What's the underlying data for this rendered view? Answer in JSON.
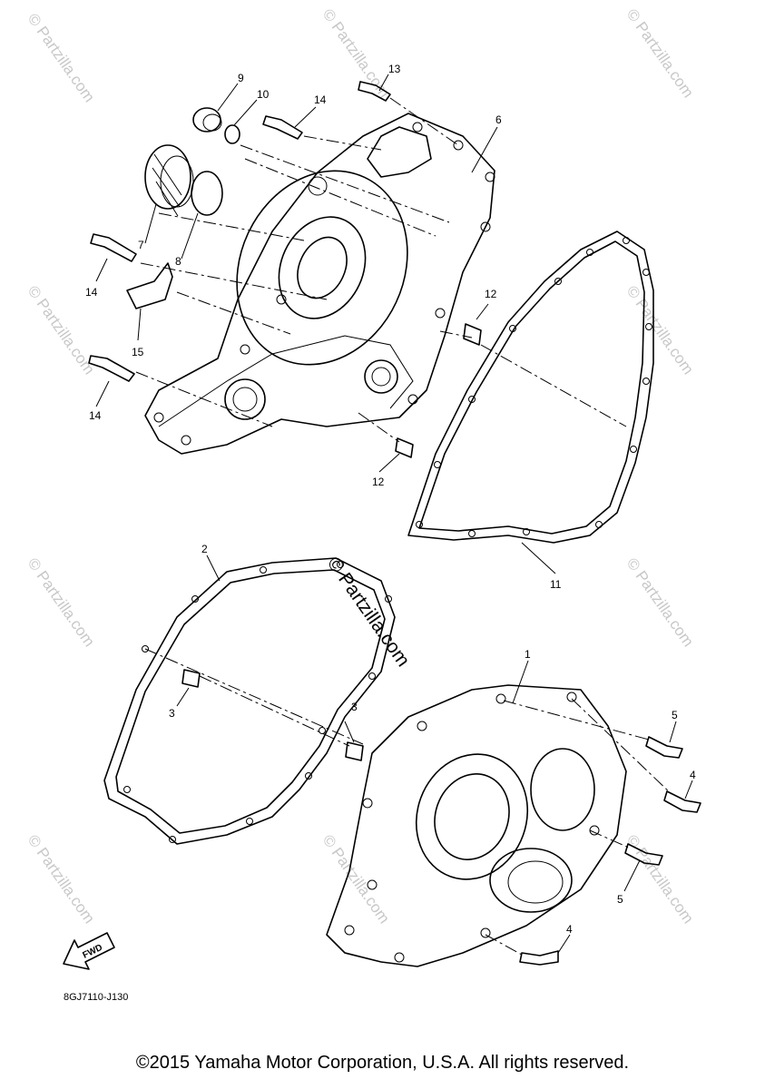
{
  "diagram": {
    "drawing_code": "8GJ7110-J130",
    "fwd_label": "FWD",
    "watermark": "© Partzilla.com",
    "copyright": "©2015 Yamaha Motor Corporation, U.S.A. All rights reserved."
  },
  "callouts": [
    "1",
    "2",
    "3",
    "3",
    "4",
    "4",
    "5",
    "5",
    "6",
    "7",
    "8",
    "9",
    "10",
    "11",
    "12",
    "12",
    "13",
    "14",
    "14",
    "14",
    "15"
  ]
}
